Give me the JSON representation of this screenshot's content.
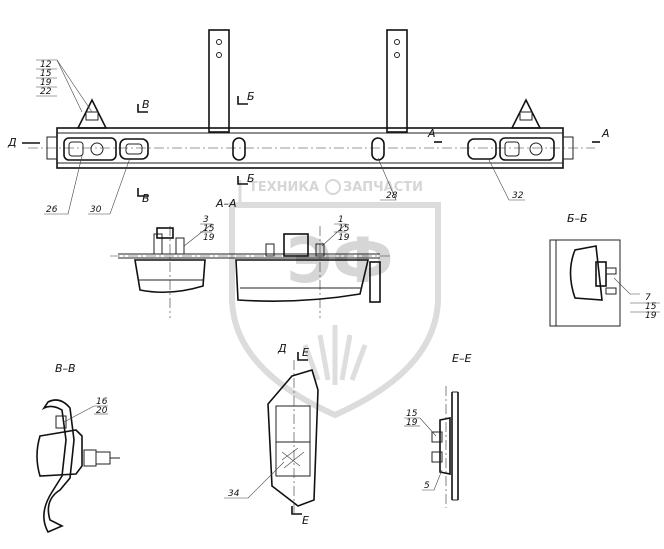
{
  "watermark": {
    "brand_left": "ТЕХНИКА",
    "brand_right": "ЗАПЧАСТИ",
    "letters": "ЭФ"
  },
  "views": {
    "aa": "А–А",
    "bb": "Б–Б",
    "vv": "В–В",
    "ee": "Е–Е",
    "d": "Д"
  },
  "section_marks": {
    "a": "А",
    "b": "Б",
    "v": "В",
    "d": "Д",
    "e": "Е"
  },
  "callouts": {
    "top_left_stack": [
      "12",
      "15",
      "19",
      "22"
    ],
    "c26": "26",
    "c30": "30",
    "c28": "28",
    "c32": "32",
    "aa_left": [
      "3",
      "15",
      "19"
    ],
    "aa_right": [
      "1",
      "15",
      "19"
    ],
    "bb_stack": [
      "7",
      "15",
      "19"
    ],
    "vv_stack": [
      "16",
      "20"
    ],
    "c34": "34",
    "ee_stack": [
      "15",
      "19"
    ],
    "c5": "5"
  },
  "colors": {
    "line": "#222222",
    "watermark": "#d6d6d6"
  }
}
